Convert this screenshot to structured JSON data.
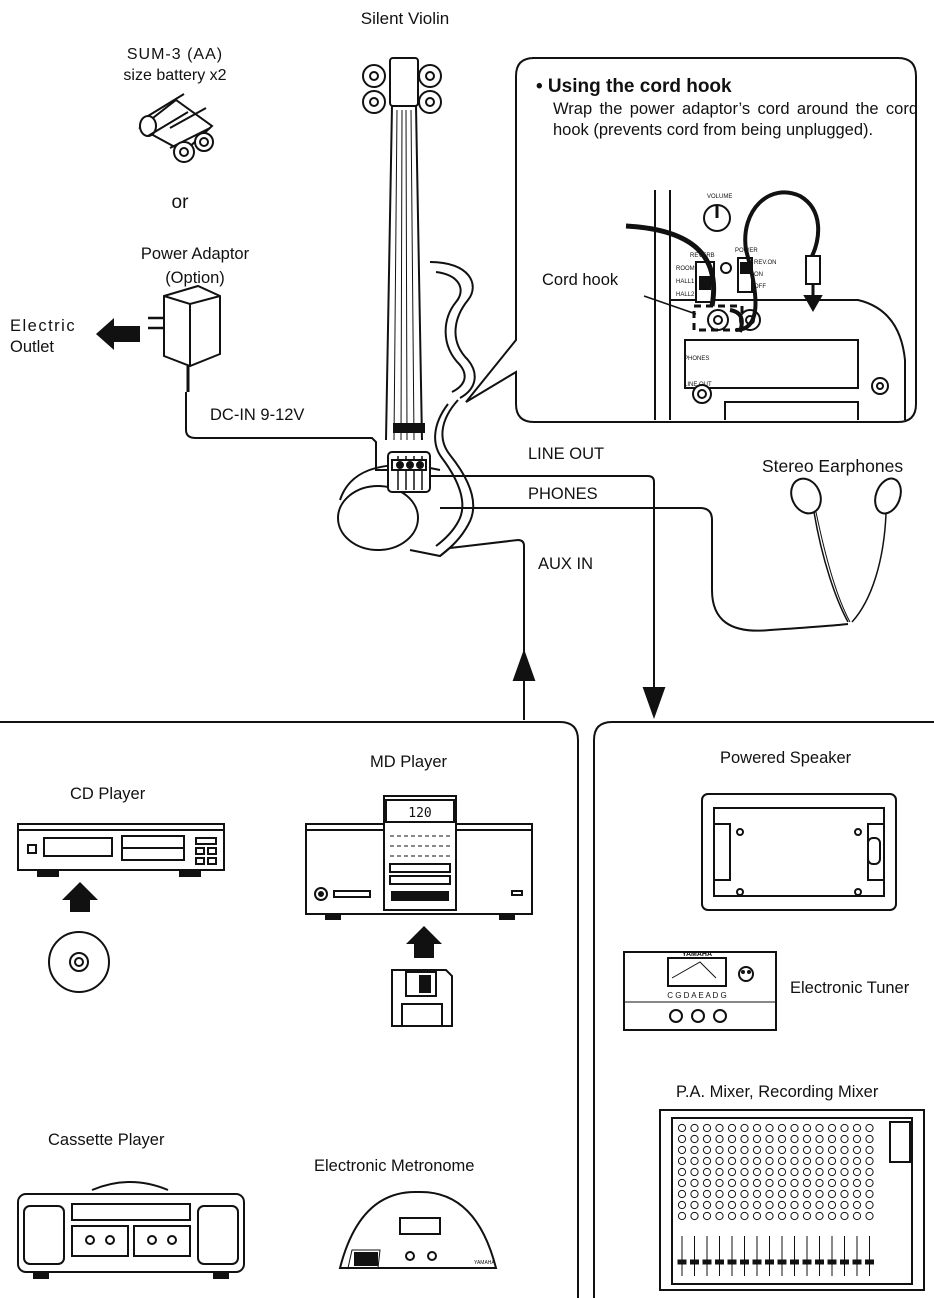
{
  "violin": {
    "title": "Silent Violin"
  },
  "battery": {
    "line1": "SUM-3  (AA)",
    "line2": "size battery x2"
  },
  "or_label": "or",
  "adaptor": {
    "line1": "Power Adaptor",
    "line2": "(Option)"
  },
  "outlet": {
    "line1": "Electric",
    "line2": "Outlet"
  },
  "jacks": {
    "dc_in": "DC-IN 9-12V",
    "line_out": "LINE OUT",
    "phones": "PHONES",
    "aux_in": "AUX IN"
  },
  "earphones": "Stereo Earphones",
  "callout": {
    "title": "• Using the cord hook",
    "body": "Wrap the power adaptor’s cord around the cord hook (prevents cord from being unplugged).",
    "cord_hook": "Cord hook",
    "panel": {
      "volume": "VOLUME",
      "reverb": "REVERB",
      "power": "POWER",
      "room": "ROOM",
      "hall1": "HALL1",
      "hall2": "HALL2",
      "rev_on": "REV.ON",
      "on": "ON",
      "off": "OFF",
      "phones": "PHONES",
      "line_out": "LINE OUT"
    }
  },
  "inputs": {
    "cd_player": "CD Player",
    "md_player": "MD Player",
    "md_display": "120",
    "cassette_player": "Cassette Player",
    "metronome": "Electronic Metronome",
    "brand": "YAMAHA"
  },
  "outputs": {
    "powered_speaker": "Powered Speaker",
    "tuner": "Electronic Tuner",
    "tuner_brand": "YAMAHA",
    "tuner_notes": "C G D A E A D G",
    "mixer": "P.A. Mixer, Recording Mixer"
  }
}
